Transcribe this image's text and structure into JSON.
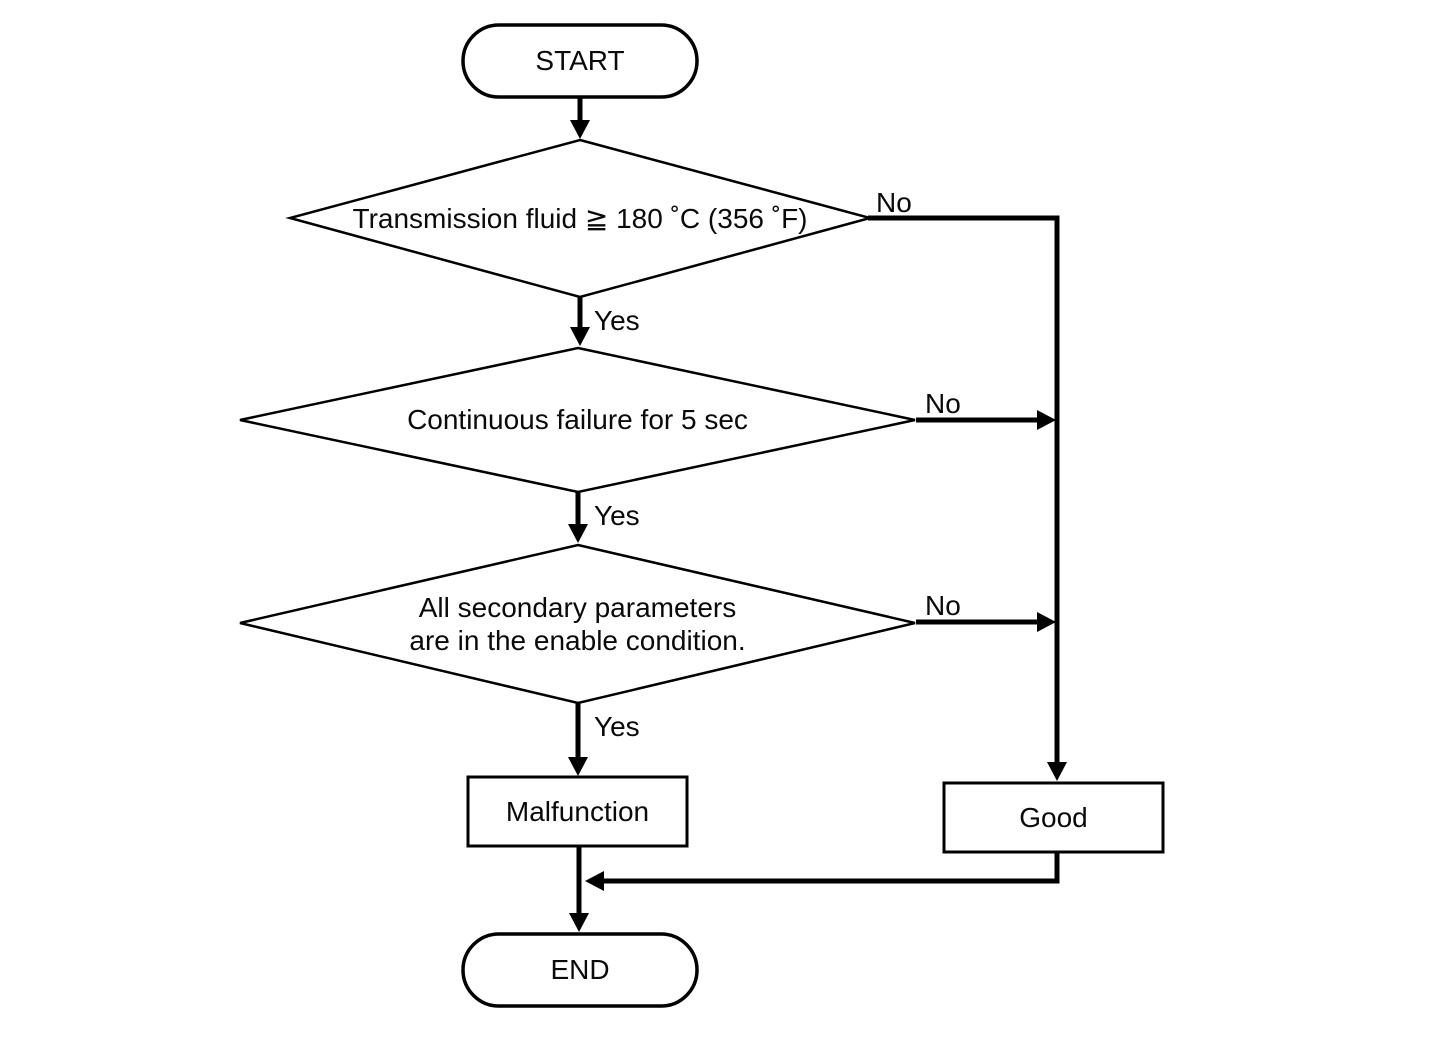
{
  "flowchart": {
    "colors": {
      "background": "#ffffff",
      "line": "#000000",
      "text": "#0a0a0a"
    },
    "nodes": {
      "start": {
        "type": "terminator",
        "label": "START"
      },
      "decision1": {
        "type": "decision",
        "label": "Transmission fluid ≧ 180 ˚C (356 ˚F)"
      },
      "decision2": {
        "type": "decision",
        "label": "Continuous failure for 5 sec"
      },
      "decision3": {
        "type": "decision",
        "label_lines": [
          "All secondary parameters",
          "are in the enable condition."
        ]
      },
      "malfunction": {
        "type": "process",
        "label": "Malfunction"
      },
      "good": {
        "type": "process",
        "label": "Good"
      },
      "end": {
        "type": "terminator",
        "label": "END"
      }
    },
    "edges": [
      {
        "from": "start",
        "to": "decision1",
        "label": ""
      },
      {
        "from": "decision1",
        "to": "decision2",
        "label": "Yes"
      },
      {
        "from": "decision1",
        "to": "good",
        "label": "No"
      },
      {
        "from": "decision2",
        "to": "decision3",
        "label": "Yes"
      },
      {
        "from": "decision2",
        "to": "good",
        "label": "No"
      },
      {
        "from": "decision3",
        "to": "malfunction",
        "label": "Yes"
      },
      {
        "from": "decision3",
        "to": "good",
        "label": "No"
      },
      {
        "from": "malfunction",
        "to": "end",
        "label": ""
      },
      {
        "from": "good",
        "to": "end",
        "label": ""
      }
    ]
  }
}
